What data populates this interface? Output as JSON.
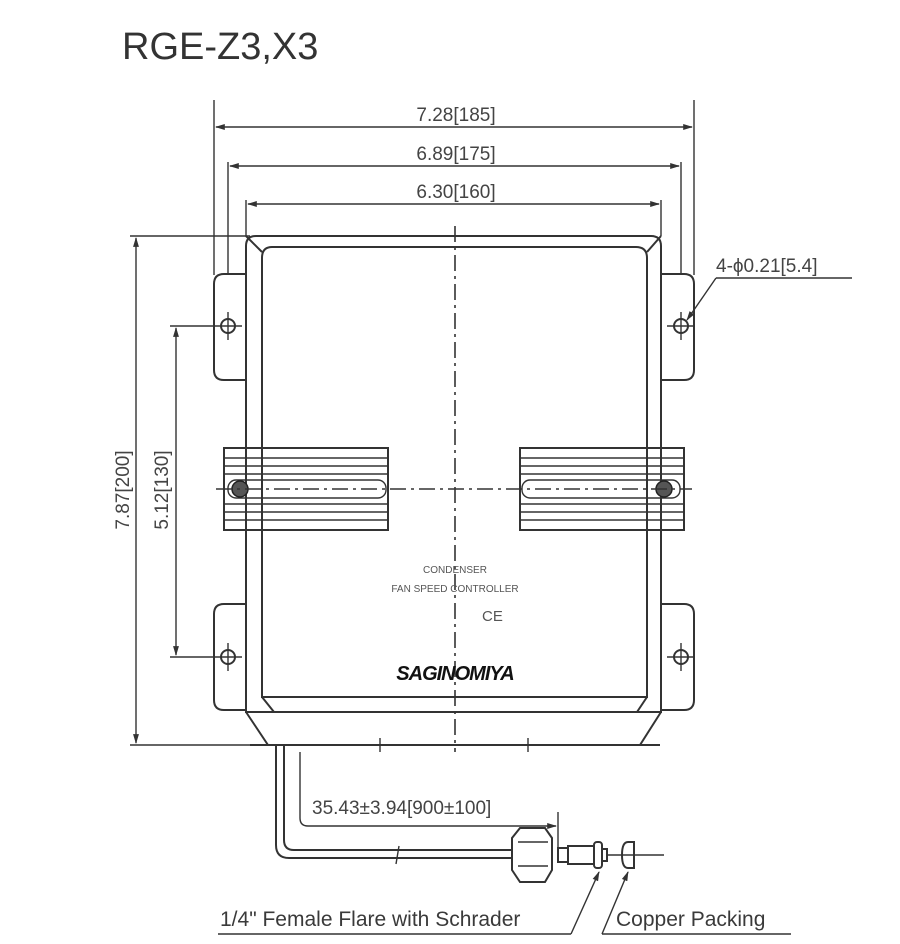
{
  "title": "RGE-Z3,X3",
  "dimensions": {
    "overall_width": "7.28[185]",
    "mount_width": "6.89[175]",
    "body_width": "6.30[160]",
    "overall_height": "7.87[200]",
    "mount_height": "5.12[130]",
    "hole_callout": "4-ϕ0.21[5.4]",
    "capillary_length": "35.43±3.94[900±100]"
  },
  "panel": {
    "line1": "CONDENSER",
    "line2": "FAN SPEED CONTROLLER",
    "mark": "CE",
    "brand": "SAGINOMIYA"
  },
  "callouts": {
    "flare": "1/4\" Female Flare with Schrader",
    "packing": "Copper Packing"
  }
}
